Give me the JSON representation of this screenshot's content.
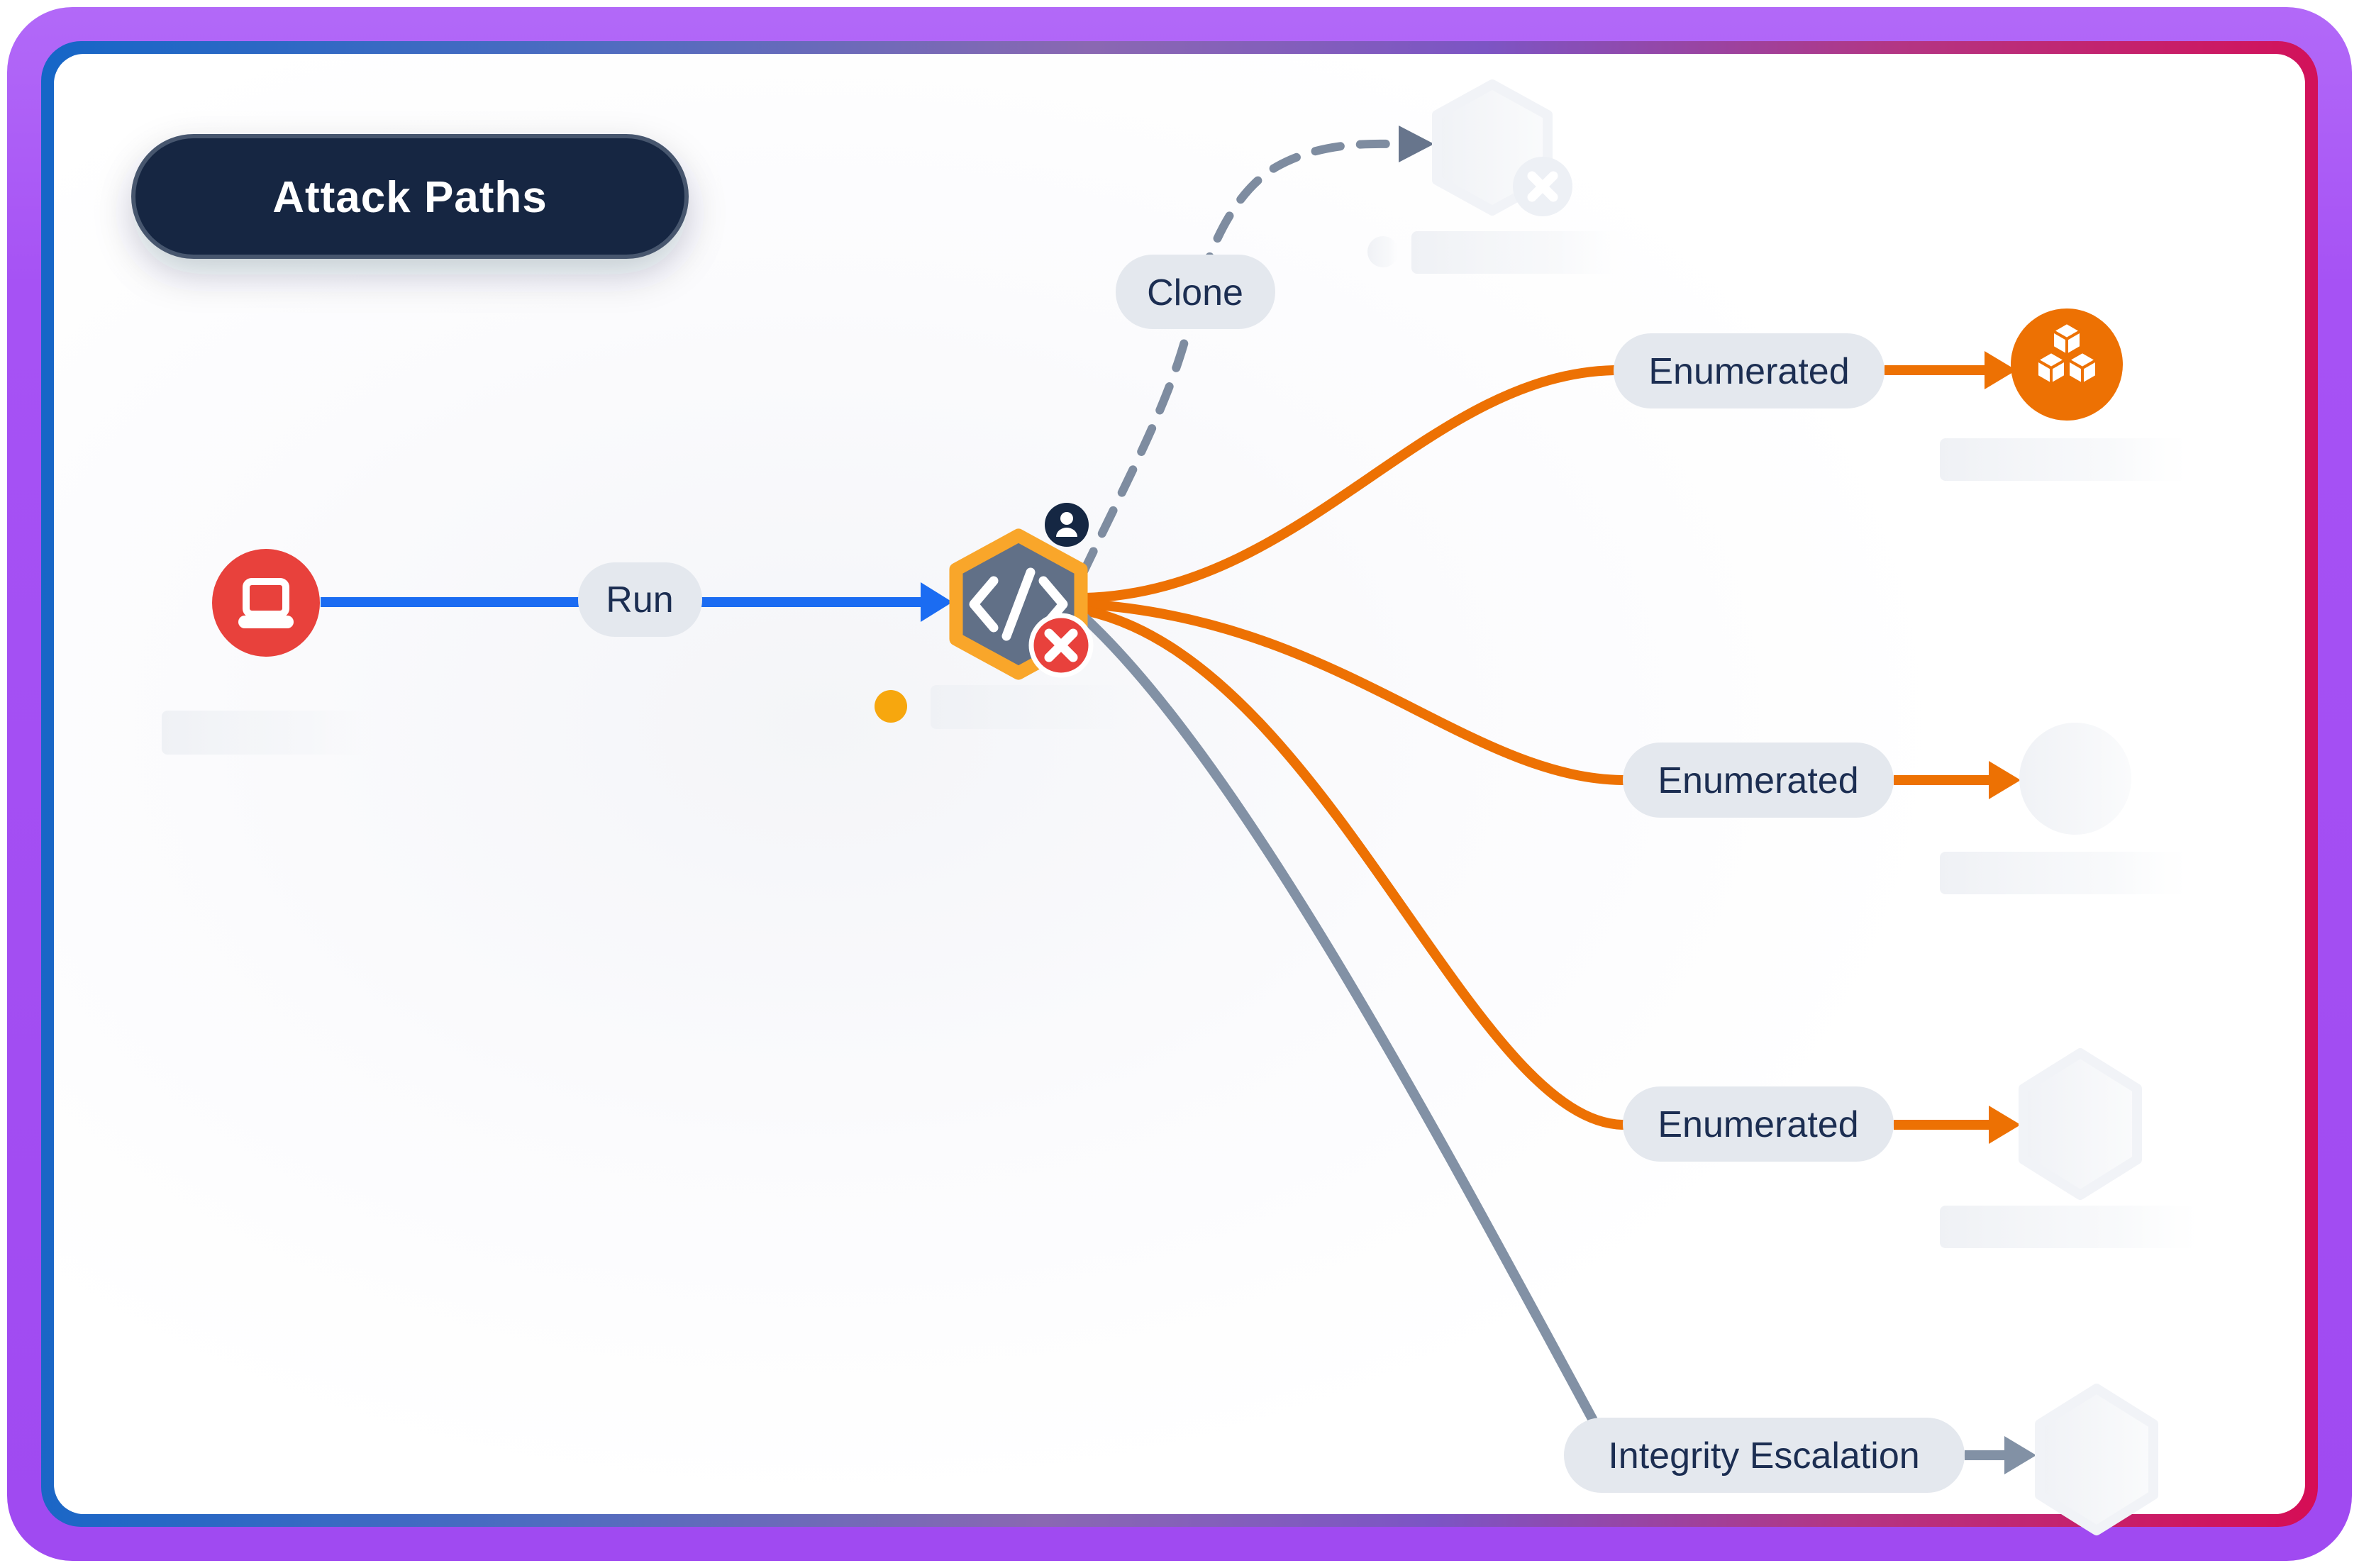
{
  "header": {
    "title": "Attack Paths"
  },
  "diagram": {
    "source_node": {
      "icon": "laptop-icon",
      "color": "#E8413C"
    },
    "center_node": {
      "icon": "code-icon",
      "fill": "#617087",
      "border": "#F9A62A",
      "badges": [
        {
          "icon": "user-icon",
          "color": "#152743"
        },
        {
          "icon": "x-icon",
          "color": "#E8413C"
        }
      ],
      "indicator": {
        "icon": "warning-dot-icon",
        "color": "#F7A70E"
      }
    },
    "edges": [
      {
        "label": "Run",
        "color": "#1B6CF2",
        "style": "solid"
      },
      {
        "label": "Clone",
        "color": "#7E8CA0",
        "style": "dashed"
      },
      {
        "label": "Enumerated",
        "color": "#ED7103",
        "style": "solid"
      },
      {
        "label": "Enumerated",
        "color": "#ED7103",
        "style": "solid"
      },
      {
        "label": "Enumerated",
        "color": "#ED7103",
        "style": "solid"
      },
      {
        "label": "Integrity Escalation",
        "color": "#8291A5",
        "style": "solid"
      }
    ],
    "targets": [
      {
        "icon": "hexagon-ghost",
        "badge": "x-icon",
        "state": "faded"
      },
      {
        "icon": "cubes-icon",
        "color": "#ED7103",
        "state": "active"
      },
      {
        "icon": "circle-ghost",
        "state": "faded"
      },
      {
        "icon": "hexagon-ghost",
        "state": "faded"
      },
      {
        "icon": "hexagon-ghost",
        "state": "faded"
      }
    ]
  },
  "frame": {
    "outer_color": "#A855F7",
    "inner_gradient_start": "#1566C7",
    "inner_gradient_end": "#D60D55"
  },
  "colors": {
    "pill_bg": "#E4E8EE",
    "pill_text": "#1C2E52",
    "title_bg": "#152743",
    "skeleton": "#EFF1F5"
  }
}
